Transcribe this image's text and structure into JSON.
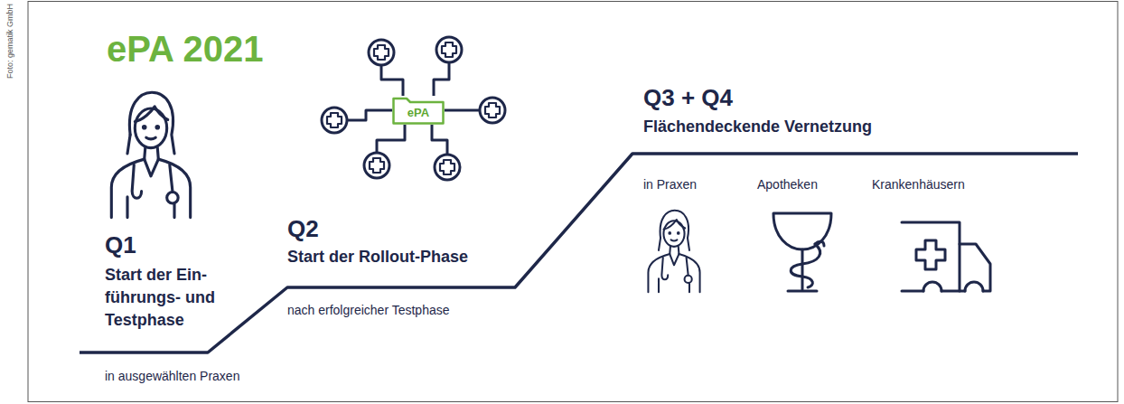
{
  "diagram": {
    "title": "ePA 2021",
    "nodes": [
      {
        "text": [
          "ePA"
        ]
      }
    ],
    "labels": [
      "Foto: gematik GmbH",
      "Q1",
      "Start der Ein- führungs- und Testphase",
      "in ausgewählten Praxen",
      "Q2",
      "Start der Rollout-Phase",
      "nach erfolgreicher Testphase",
      "Q3 + Q4",
      "Flächendeckende Vernetzung",
      "in Praxen",
      "Apotheken",
      "Krankenhäusern"
    ]
  }
}
